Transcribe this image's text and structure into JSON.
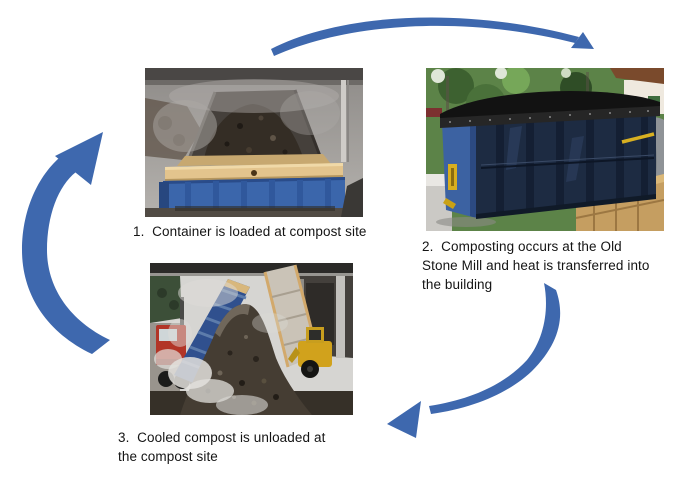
{
  "diagram": {
    "arrow_color": "#3E68AE",
    "steps": [
      {
        "caption": "1.  Container is loaded at compost site",
        "image": "blue container with wooden rim being loaded with steaming compost"
      },
      {
        "caption": "2.  Composting occurs at the Old\nStone Mill and heat is transferred into\nthe building",
        "image": "dark blue container covered with black tarp beside wooden fence and trees"
      },
      {
        "caption": "3.  Cooled compost is unloaded at\nthe compost site",
        "image": "dump truck with raised blue bed unloading cooled compost near yellow loader"
      }
    ]
  }
}
